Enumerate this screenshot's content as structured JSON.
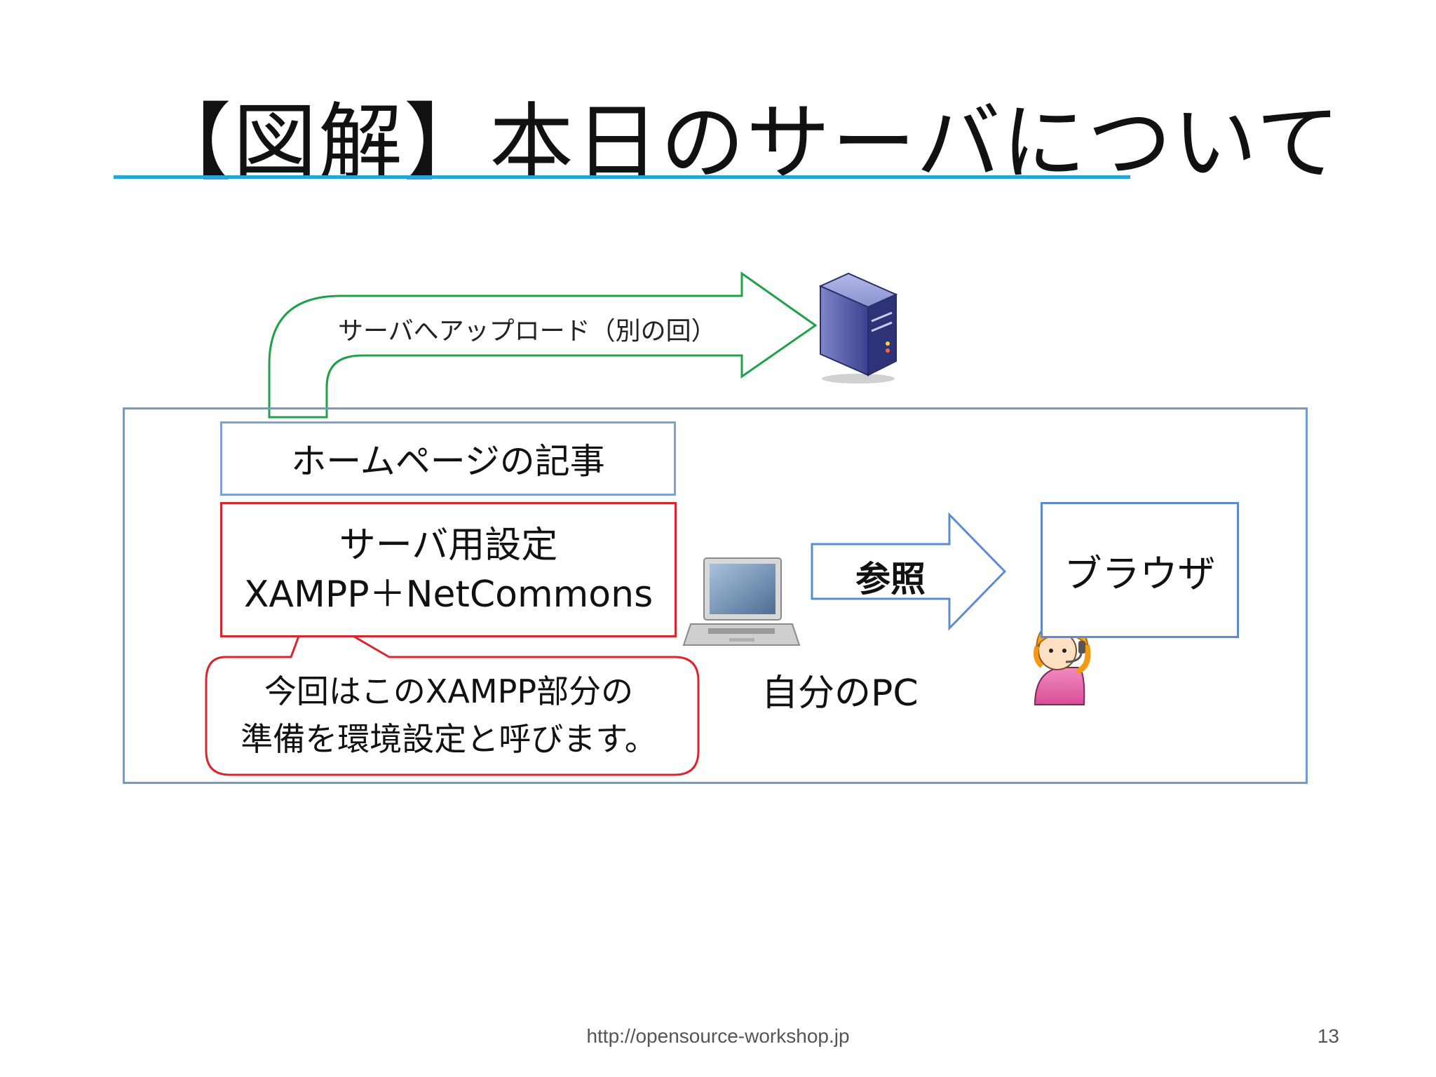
{
  "slide": {
    "title": "【図解】本日のサーバについて",
    "footer_url": "http://opensource-workshop.jp",
    "page_number": "13"
  },
  "diagram": {
    "upload_arrow_label": "サーバへアップロード（別の回）",
    "article_box": "ホームページの記事",
    "server_box": {
      "line1": "サーバ用設定",
      "line2": "XAMPP＋NetCommons"
    },
    "callout": {
      "line1": "今回はこのXAMPP部分の",
      "line2": "準備を環境設定と呼びます。"
    },
    "reference_arrow_label": "参照",
    "pc_label": "自分のPC",
    "browser_box": "ブラウザ"
  },
  "colors": {
    "title_rule": "#27a3dc",
    "upload_arrow": "#1fa04a",
    "server_box_border": "#d9262e",
    "box_border": "#7fa3d0"
  },
  "icons": [
    "server-icon",
    "laptop-icon",
    "user-headset-icon"
  ]
}
